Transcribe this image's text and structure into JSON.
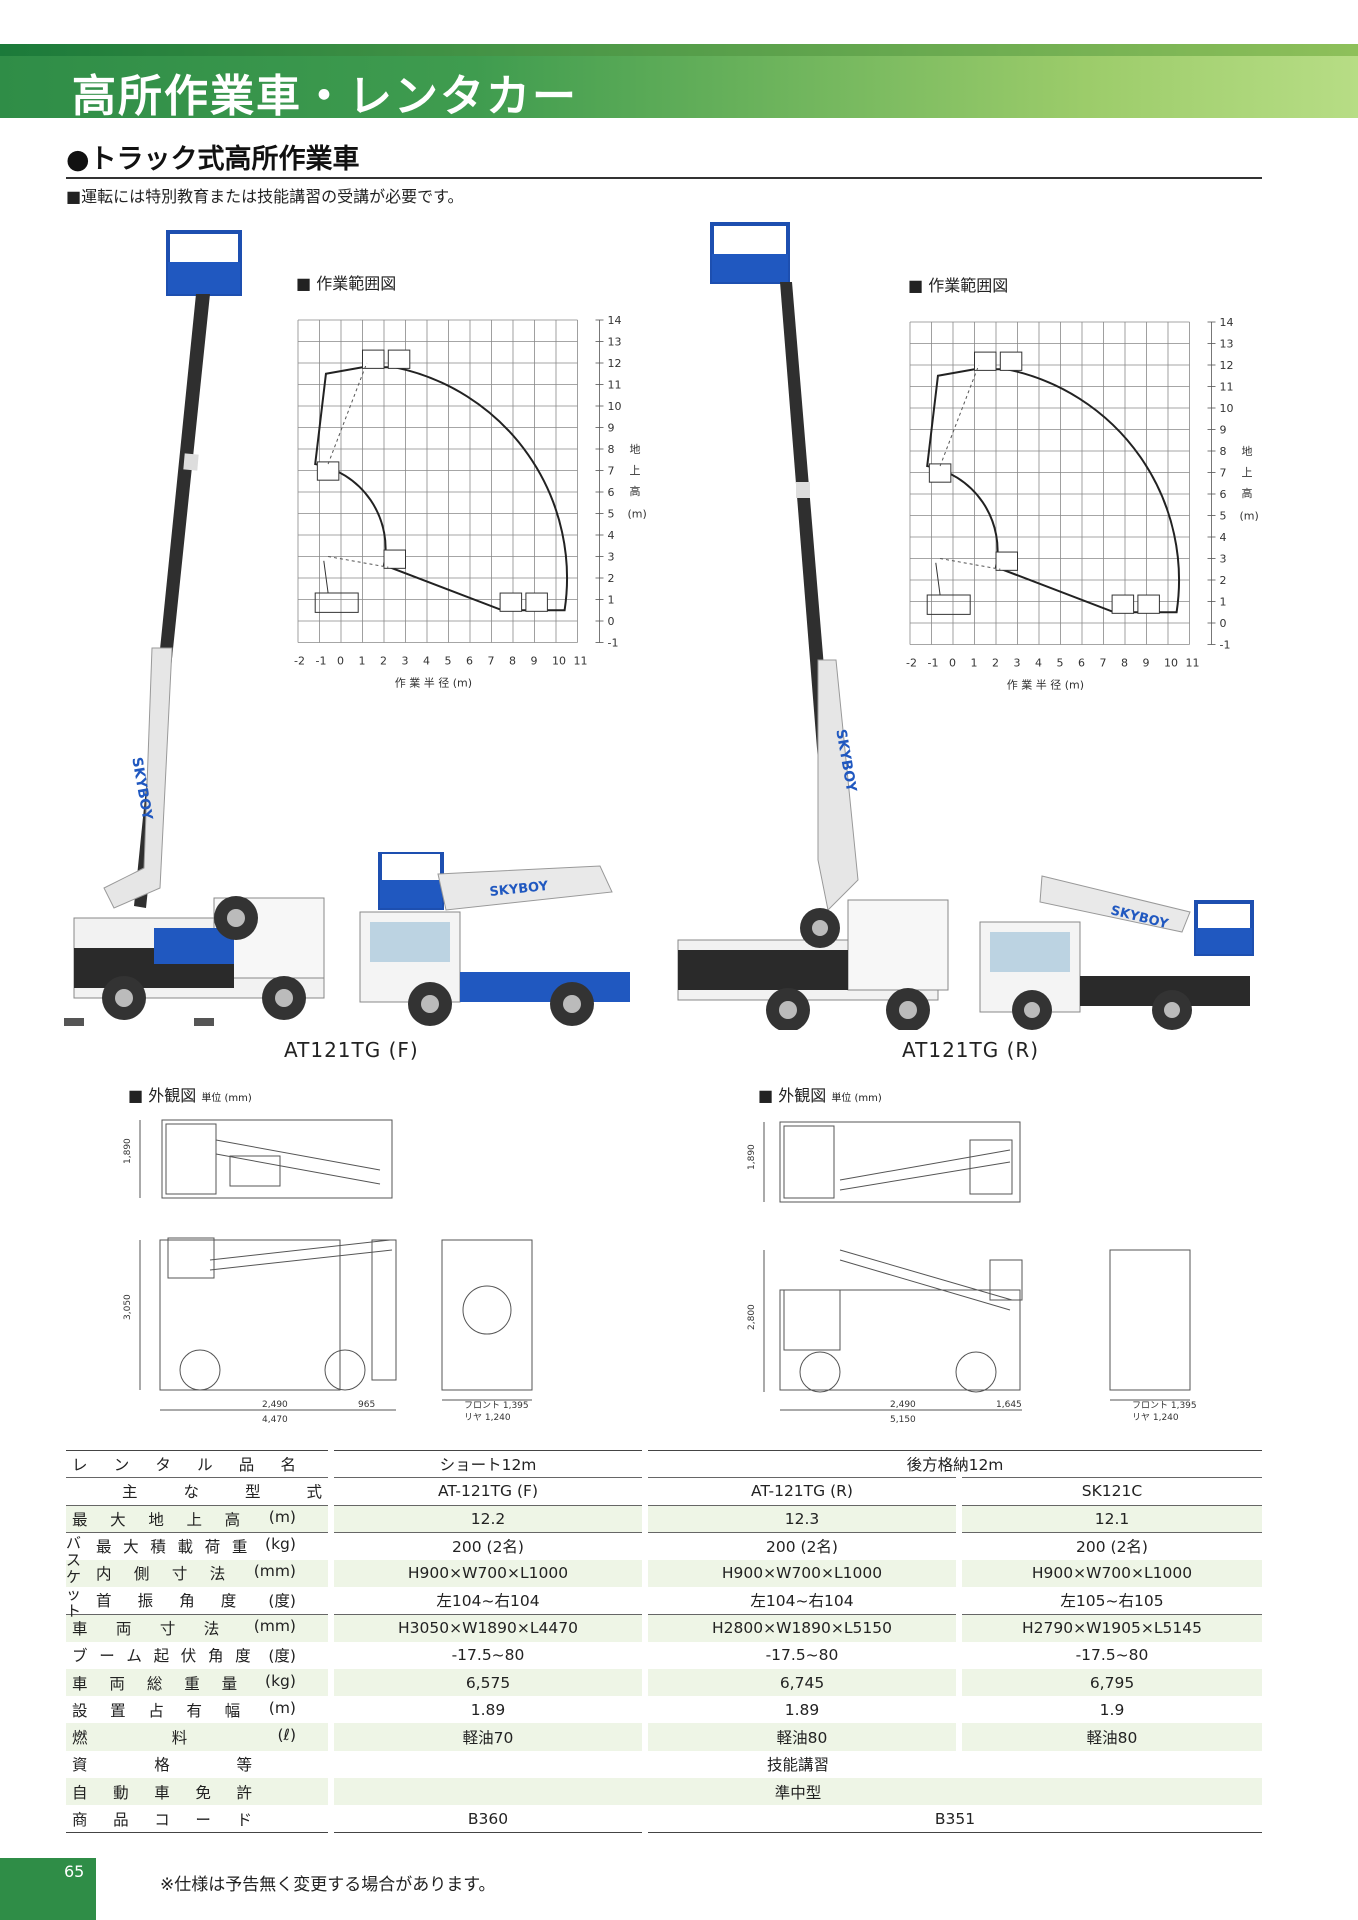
{
  "header": {
    "title": "高所作業車・レンタカー"
  },
  "section": {
    "title": "●トラック式高所作業車",
    "note": "■運転には特別教育または技能講習の受講が必要です。"
  },
  "range_chart": {
    "label": "■ 作業範囲図",
    "x_ticks": [
      "-2",
      "-1",
      "0",
      "1",
      "2",
      "3",
      "4",
      "5",
      "6",
      "7",
      "8",
      "9",
      "10",
      "11"
    ],
    "y_ticks": [
      "14",
      "13",
      "12",
      "11",
      "10",
      "9",
      "8",
      "7",
      "6",
      "5",
      "4",
      "3",
      "2",
      "1",
      "0",
      "-1"
    ],
    "xlabel": "作 業 半 径 (m)",
    "ylabel_chars": [
      "地",
      "上",
      "高"
    ],
    "ylabel_unit": "(m)"
  },
  "vehicles": [
    {
      "model": "AT121TG (F)",
      "brand": "SKYBOY"
    },
    {
      "model": "AT121TG (R)",
      "brand": "SKYBOY"
    }
  ],
  "exterior": {
    "label": "■ 外観図",
    "unit": "単位 (mm)",
    "left": {
      "width_dim": "1,890",
      "height_dim": "3,050",
      "dim_a": "2,490",
      "dim_b": "965",
      "dim_total": "4,470",
      "front": "フロント 1,395",
      "rear": "リヤ 1,240"
    },
    "right": {
      "width_dim": "1,890",
      "height_dim": "2,800",
      "dim_a": "2,490",
      "dim_b": "1,645",
      "dim_total": "5,150",
      "front": "フロント 1,395",
      "rear": "リヤ 1,240"
    }
  },
  "spec_table": {
    "rows": {
      "name": {
        "label": [
          "レ",
          "ン",
          "タ",
          "ル",
          "品",
          "名"
        ],
        "short": "ショート12m",
        "rear": "後方格納12m"
      },
      "model": {
        "label": [
          "主",
          "な",
          "型",
          "式"
        ],
        "v1": "AT-121TG (F)",
        "v2": "AT-121TG (R)",
        "v3": "SK121C"
      },
      "height": {
        "label": [
          "最",
          "大",
          "地",
          "上",
          "高"
        ],
        "unit": "(m)",
        "v1": "12.2",
        "v2": "12.3",
        "v3": "12.1"
      },
      "basket_load": {
        "label": [
          "最",
          "大",
          "積",
          "載",
          "荷",
          "重"
        ],
        "unit": "(kg)",
        "v1": "200 (2名)",
        "v2": "200 (2名)",
        "v3": "200 (2名)"
      },
      "basket_size": {
        "label": [
          "内",
          "側",
          "寸",
          "法"
        ],
        "unit": "(mm)",
        "v1": "H900×W700×L1000",
        "v2": "H900×W700×L1000",
        "v3": "H900×W700×L1000"
      },
      "basket_swing": {
        "label": [
          "首",
          "振",
          "角",
          "度"
        ],
        "unit": "(度)",
        "v1": "左104~右104",
        "v2": "左104~右104",
        "v3": "左105~右105"
      },
      "basket_group": "バスケット",
      "vehicle_size": {
        "label": [
          "車",
          "両",
          "寸",
          "法"
        ],
        "unit": "(mm)",
        "v1": "H3050×W1890×L4470",
        "v2": "H2800×W1890×L5150",
        "v3": "H2790×W1905×L5145"
      },
      "boom_angle": {
        "label": [
          "ブ",
          "ー",
          "ム",
          "起",
          "伏",
          "角",
          "度"
        ],
        "unit": "(度)",
        "v1": "-17.5~80",
        "v2": "-17.5~80",
        "v3": "-17.5~80"
      },
      "weight": {
        "label": [
          "車",
          "両",
          "総",
          "重",
          "量"
        ],
        "unit": "(kg)",
        "v1": "6,575",
        "v2": "6,745",
        "v3": "6,795"
      },
      "width": {
        "label": [
          "設",
          "置",
          "占",
          "有",
          "幅"
        ],
        "unit": "(m)",
        "v1": "1.89",
        "v2": "1.89",
        "v3": "1.9"
      },
      "fuel": {
        "label": [
          "燃",
          "料"
        ],
        "unit": "(ℓ)",
        "v1": "軽油70",
        "v2": "軽油80",
        "v3": "軽油80"
      },
      "license_q": {
        "label": [
          "資",
          "格",
          "等"
        ],
        "value": "技能講習"
      },
      "license_d": {
        "label": [
          "自",
          "動",
          "車",
          "免",
          "許"
        ],
        "value": "準中型"
      },
      "code": {
        "label": [
          "商",
          "品",
          "コ",
          "ー",
          "ド"
        ],
        "v1": "B360",
        "v23": "B351"
      }
    }
  },
  "footer": {
    "page": "65",
    "note": "※仕様は予告無く変更する場合があります。"
  }
}
